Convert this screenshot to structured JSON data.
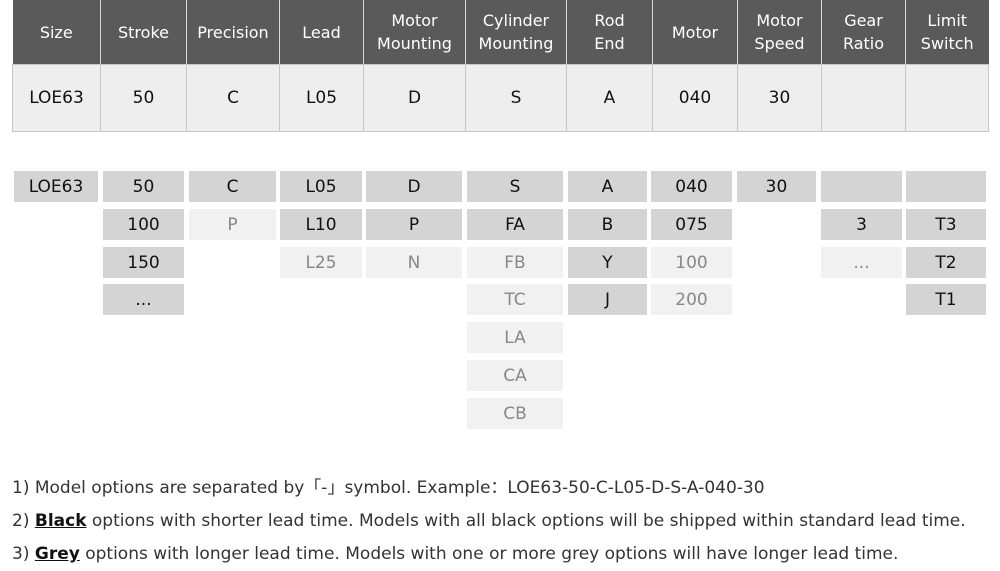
{
  "header": {
    "columns": [
      [
        "Size"
      ],
      [
        "Stroke"
      ],
      [
        "Precision"
      ],
      [
        "Lead"
      ],
      [
        "Motor",
        "Mounting"
      ],
      [
        "Cylinder",
        "Mounting"
      ],
      [
        "Rod",
        "End"
      ],
      [
        "Motor"
      ],
      [
        "Motor",
        "Speed"
      ],
      [
        "Gear",
        "Ratio"
      ],
      [
        "Limit",
        "Switch"
      ]
    ]
  },
  "example_row": [
    "LOE63",
    "50",
    "C",
    "L05",
    "D",
    "S",
    "A",
    "040",
    "30",
    "",
    ""
  ],
  "options": [
    [
      {
        "t": "LOE63",
        "c": "black"
      }
    ],
    [
      {
        "t": "50",
        "c": "black"
      },
      {
        "t": "100",
        "c": "black"
      },
      {
        "t": "150",
        "c": "black"
      },
      {
        "t": "...",
        "c": "black"
      }
    ],
    [
      {
        "t": "C",
        "c": "black"
      },
      {
        "t": "P",
        "c": "grey"
      }
    ],
    [
      {
        "t": "L05",
        "c": "black"
      },
      {
        "t": "L10",
        "c": "black"
      },
      {
        "t": "L25",
        "c": "grey"
      }
    ],
    [
      {
        "t": "D",
        "c": "black"
      },
      {
        "t": "P",
        "c": "black"
      },
      {
        "t": "N",
        "c": "grey"
      }
    ],
    [
      {
        "t": "S",
        "c": "black"
      },
      {
        "t": "FA",
        "c": "black"
      },
      {
        "t": "FB",
        "c": "grey"
      },
      {
        "t": "TC",
        "c": "grey"
      },
      {
        "t": "LA",
        "c": "grey"
      },
      {
        "t": "CA",
        "c": "grey"
      },
      {
        "t": "CB",
        "c": "grey"
      }
    ],
    [
      {
        "t": "A",
        "c": "black"
      },
      {
        "t": "B",
        "c": "black"
      },
      {
        "t": "Y",
        "c": "black"
      },
      {
        "t": "J",
        "c": "black"
      }
    ],
    [
      {
        "t": "040",
        "c": "black"
      },
      {
        "t": "075",
        "c": "black"
      },
      {
        "t": "100",
        "c": "grey"
      },
      {
        "t": "200",
        "c": "grey"
      }
    ],
    [
      {
        "t": "30",
        "c": "black"
      }
    ],
    [
      {
        "t": "",
        "c": "black"
      },
      {
        "t": "3",
        "c": "black"
      },
      {
        "t": "...",
        "c": "grey"
      }
    ],
    [
      {
        "t": "",
        "c": "black"
      },
      {
        "t": "T3",
        "c": "black"
      },
      {
        "t": "T2",
        "c": "black"
      },
      {
        "t": "T1",
        "c": "black"
      }
    ]
  ],
  "notes": {
    "n1": "1) Model options are separated by「-」symbol. Example：LOE63-50-C-L05-D-S-A-040-30",
    "n2_pre": "2) ",
    "n2_kw": "Black",
    "n2_post": " options with shorter lead time. Models with all black options will be shipped within standard lead time.",
    "n3_pre": "3) ",
    "n3_kw": "Grey",
    "n3_post": " options with longer lead time. Models with one or more grey options will have longer lead time."
  },
  "colors": {
    "header_bg": "#5a5a5a",
    "example_bg": "#eeeeee",
    "black_option_bg": "#d4d4d4",
    "grey_option_bg": "#f1f1f1",
    "grey_option_text": "#888888"
  }
}
